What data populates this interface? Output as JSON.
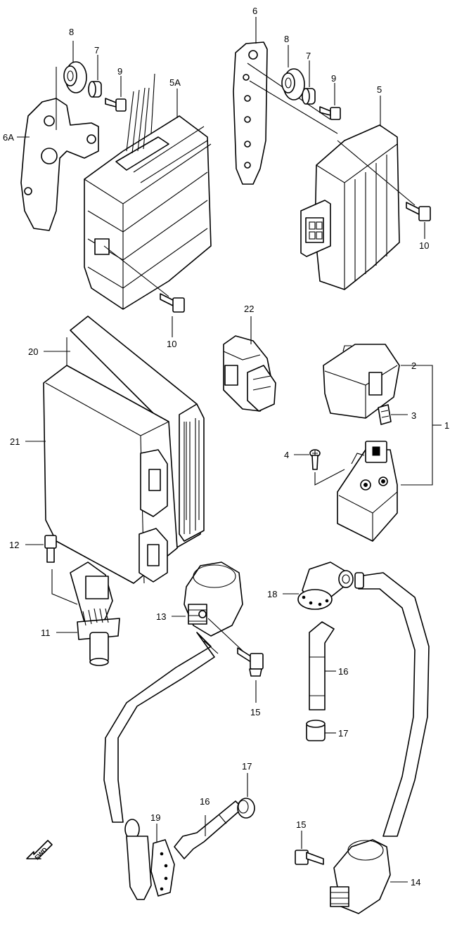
{
  "labels": {
    "l1": "1",
    "l2": "2",
    "l3": "3",
    "l4": "4",
    "l5": "5",
    "l5a": "5A",
    "l6": "6",
    "l6a": "6A",
    "l7a": "7",
    "l7b": "7",
    "l8a": "8",
    "l8b": "8",
    "l9a": "9",
    "l9b": "9",
    "l10a": "10",
    "l10b": "10",
    "l11": "11",
    "l12": "12",
    "l13": "13",
    "l14": "14",
    "l15a": "15",
    "l15b": "15",
    "l16a": "16",
    "l16b": "16",
    "l17a": "17",
    "l17b": "17",
    "l18": "18",
    "l19": "19",
    "l20": "20",
    "l21": "21",
    "l22": "22"
  },
  "fwd_label": "FWD"
}
